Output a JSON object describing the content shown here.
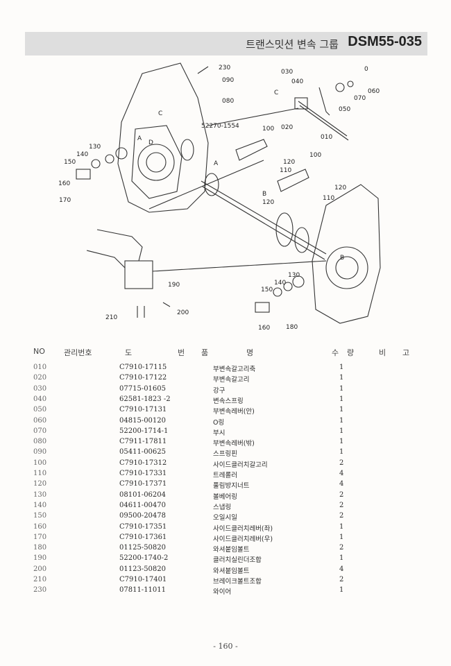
{
  "header": {
    "title": "트랜스밋션 변속 그룹",
    "code": "DSM55-035"
  },
  "diagram": {
    "callouts": [
      "230",
      "090",
      "080",
      "030",
      "040",
      "C",
      "0",
      "060",
      "070",
      "050",
      "020",
      "010",
      "52270-1554",
      "100",
      "120",
      "110",
      "A",
      "100",
      "120",
      "B",
      "120",
      "110",
      "130",
      "140",
      "150",
      "160",
      "170",
      "190",
      "200",
      "210",
      "130",
      "140",
      "150",
      "160",
      "180",
      "A",
      "D",
      "C",
      "B"
    ]
  },
  "table": {
    "headers": {
      "no": "NO",
      "mgmt": "관리번호",
      "do": "도",
      "beon": "번",
      "pum": "품",
      "myeong": "명",
      "su": "수",
      "ryang": "량",
      "bi": "비",
      "go": "고"
    },
    "rows": [
      {
        "no": "010",
        "part": "C7910-17115",
        "name": "부변속갈고리축",
        "qty": "1"
      },
      {
        "no": "020",
        "part": "C7910-17122",
        "name": "부변속갈고리",
        "qty": "1"
      },
      {
        "no": "030",
        "part": "07715-01605",
        "name": "강구",
        "qty": "1"
      },
      {
        "no": "040",
        "part": "62581-1823 -2",
        "name": "변속스프링",
        "qty": "1"
      },
      {
        "no": "050",
        "part": "C7910-17131",
        "name": "부변속레버(안)",
        "qty": "1"
      },
      {
        "no": "060",
        "part": "04815-00120",
        "name": "O링",
        "qty": "1"
      },
      {
        "no": "070",
        "part": "52200-1714-1",
        "name": "부시",
        "qty": "1"
      },
      {
        "no": "080",
        "part": "C7911-17811",
        "name": "부변속레버(밖)",
        "qty": "1"
      },
      {
        "no": "090",
        "part": "05411-00625",
        "name": "스프링핀",
        "qty": "1"
      },
      {
        "no": "100",
        "part": "C7910-17312",
        "name": "사이드클러치갈고리",
        "qty": "2"
      },
      {
        "no": "110",
        "part": "C7910-17331",
        "name": "트레롤러",
        "qty": "4"
      },
      {
        "no": "120",
        "part": "C7910-17371",
        "name": "풀림방지너트",
        "qty": "4"
      },
      {
        "no": "130",
        "part": "08101-06204",
        "name": "볼베어링",
        "qty": "2"
      },
      {
        "no": "140",
        "part": "04611-00470",
        "name": "스냅링",
        "qty": "2"
      },
      {
        "no": "150",
        "part": "09500-20478",
        "name": "오일시일",
        "qty": "2"
      },
      {
        "no": "160",
        "part": "C7910-17351",
        "name": "사이드클러치레버(좌)",
        "qty": "1"
      },
      {
        "no": "170",
        "part": "C7910-17361",
        "name": "사이드클러치레버(우)",
        "qty": "1"
      },
      {
        "no": "180",
        "part": "01125-50820",
        "name": "와셔붙임볼트",
        "qty": "2"
      },
      {
        "no": "190",
        "part": "52200-1740-2",
        "name": "클러치실린더조합",
        "qty": "1"
      },
      {
        "no": "200",
        "part": "01123-50820",
        "name": "와셔붙임볼트",
        "qty": "4"
      },
      {
        "no": "210",
        "part": "C7910-17401",
        "name": "브레이크볼트조합",
        "qty": "2"
      },
      {
        "no": "230",
        "part": "07811-11011",
        "name": "와이어",
        "qty": "1"
      }
    ]
  },
  "footer": {
    "page": "- 160 -"
  }
}
